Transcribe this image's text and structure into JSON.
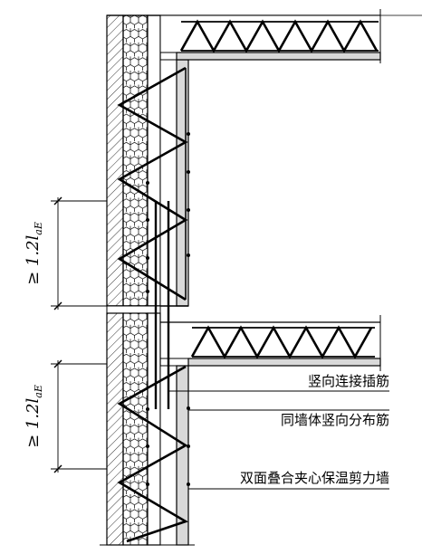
{
  "annotations": {
    "vertical_dowel": "竖向连接插筋",
    "wall_vertical_rebar": "同墙体竖向分布筋",
    "wall_type": "双面叠合夹心保温剪力墙"
  },
  "dimensions": {
    "upper_lap": "≥ 1.2l",
    "upper_lap_sub": "aE",
    "lower_lap": "≥ 1.2l",
    "lower_lap_sub": "aE"
  },
  "colors": {
    "line": "#000000",
    "concrete_fill": "#d9d9d9",
    "background": "#ffffff"
  }
}
